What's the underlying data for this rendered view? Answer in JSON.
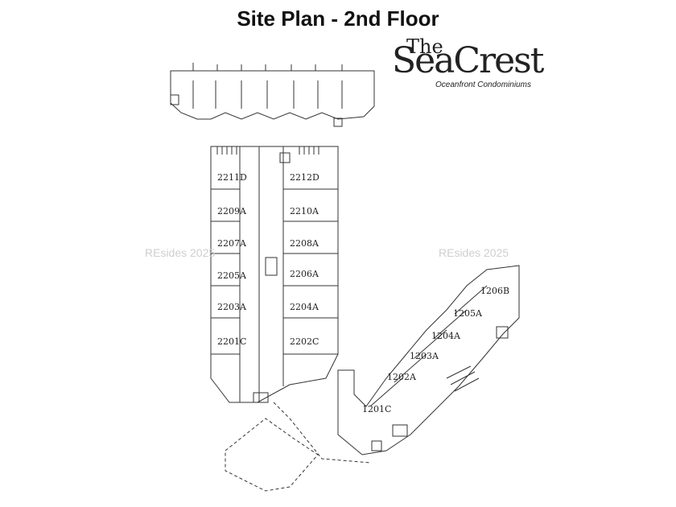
{
  "title": "Site Plan - 2nd Floor",
  "logo": {
    "the": "The",
    "name": "SeaCrest",
    "tagline": "Oceanfront Condominiums"
  },
  "watermarks": [
    "REsides 2025",
    "REsides 2025"
  ],
  "units": {
    "left_column": [
      "2211D",
      "2209A",
      "2207A",
      "2205A",
      "2203A",
      "2201C"
    ],
    "right_column": [
      "2212D",
      "2210A",
      "2208A",
      "2206A",
      "2204A",
      "2202C"
    ],
    "wing": [
      "1201C",
      "1202A",
      "1203A",
      "1204A",
      "1205A",
      "1206B"
    ]
  },
  "colors": {
    "line": "#333333",
    "watermark": "#cfcfcf"
  }
}
